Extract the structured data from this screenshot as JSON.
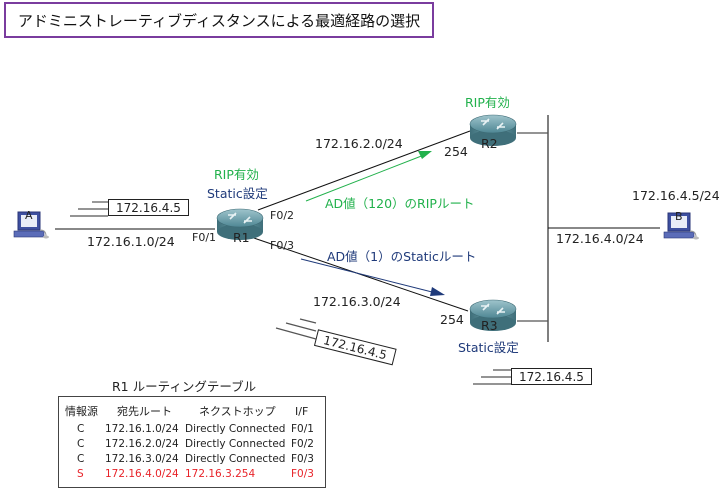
{
  "title": "アドミニストレーティブディスタンスによる最適経路の選択",
  "devices": {
    "pc_a": {
      "label": "A"
    },
    "pc_b": {
      "label": "B",
      "address": "172.16.4.5/24"
    },
    "r1": {
      "label": "R1",
      "notes": [
        "RIP有効",
        "Static設定"
      ],
      "interfaces": [
        "F0/1",
        "F0/2",
        "F0/3"
      ]
    },
    "r2": {
      "label": "R2",
      "note": "RIP有効",
      "host": "254"
    },
    "r3": {
      "label": "R3",
      "note": "Static設定",
      "host": "254"
    }
  },
  "networks": {
    "n1": "172.16.1.0/24",
    "n2": "172.16.2.0/24",
    "n3": "172.16.3.0/24",
    "n4": "172.16.4.0/24"
  },
  "routes": {
    "rip": "AD値（120）のRIPルート",
    "static": "AD値（1）のStaticルート"
  },
  "packets": [
    "172.16.4.5",
    "172.16.4.5",
    "172.16.4.5"
  ],
  "colors": {
    "rip": "#22b14c",
    "static": "#1f3a7a",
    "highlight": "#e8242a",
    "title_border": "#7a3c9e"
  },
  "routing_table": {
    "title": "R1 ルーティングテーブル",
    "headers": [
      "情報源",
      "宛先ルート",
      "ネクストホップ",
      "I/F"
    ],
    "rows": [
      {
        "src": "C",
        "dest": "172.16.1.0/24",
        "next": "Directly Connected",
        "if": "F0/1"
      },
      {
        "src": "C",
        "dest": "172.16.2.0/24",
        "next": "Directly Connected",
        "if": "F0/2"
      },
      {
        "src": "C",
        "dest": "172.16.3.0/24",
        "next": "Directly Connected",
        "if": "F0/3"
      },
      {
        "src": "S",
        "dest": "172.16.4.0/24",
        "next": "172.16.3.254",
        "if": "F0/3"
      }
    ]
  }
}
